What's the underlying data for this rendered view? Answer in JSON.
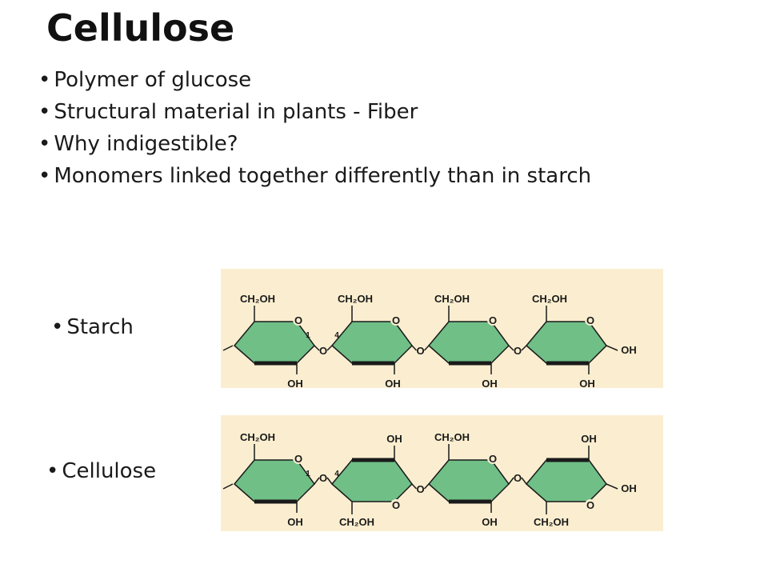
{
  "title": "Cellulose",
  "bullet_glyph": "•",
  "bullets": [
    "Polymer of glucose",
    "Structural material in plants - Fiber",
    "Why indigestible?",
    "Monomers linked together differently than in starch"
  ],
  "starch": {
    "label": "Starch",
    "ring_labels": [
      "CH₂OH",
      "O",
      "OH",
      "HO",
      "O",
      "OH"
    ],
    "link_numbers": [
      "1",
      "4"
    ]
  },
  "cellulose": {
    "label": "Cellulose",
    "ring_labels": [
      "CH₂OH",
      "O",
      "OH",
      "HO",
      "O",
      "OH",
      "CH₂OH"
    ],
    "link_numbers": [
      "1",
      "4"
    ]
  },
  "colors": {
    "ring_fill": "#6fbf87",
    "panel_bg": "#fbeed0",
    "bond": "#1a1a1a"
  }
}
